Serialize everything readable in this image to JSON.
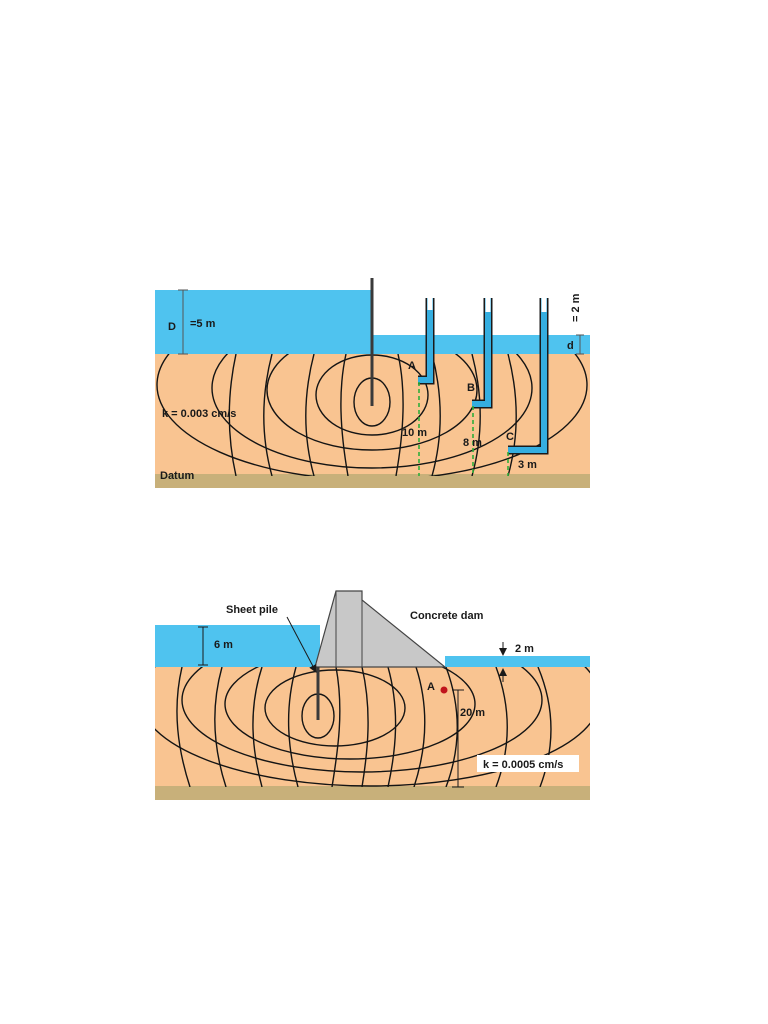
{
  "colors": {
    "water": "#4fc3ef",
    "soil": "#f9c491",
    "datum_band": "#c8b07a",
    "piezometer": "#35aee0",
    "green_dash": "#2fae3a",
    "concrete": "#c8c8c8",
    "point_a": "#c0141c",
    "lines": "#141414"
  },
  "figure1": {
    "upstream_head_label": "=5 m",
    "upstream_head_symbol": "D",
    "tailwater_symbol": "d",
    "tailwater_label": "= 2 m",
    "k_label": "k = 0.003 cm/s",
    "datum_label": "Datum",
    "point_a": "A",
    "point_b": "B",
    "point_c": "C",
    "dist_a": "10 m",
    "dist_b": "8 m",
    "dist_c": "3 m"
  },
  "figure2": {
    "sheet_pile_label": "Sheet pile",
    "dam_label": "Concrete dam",
    "upstream_label": "6 m",
    "downstream_label": "2 m",
    "point_a": "A",
    "depth_label": "20 m",
    "k_label": "k = 0.0005 cm/s"
  }
}
